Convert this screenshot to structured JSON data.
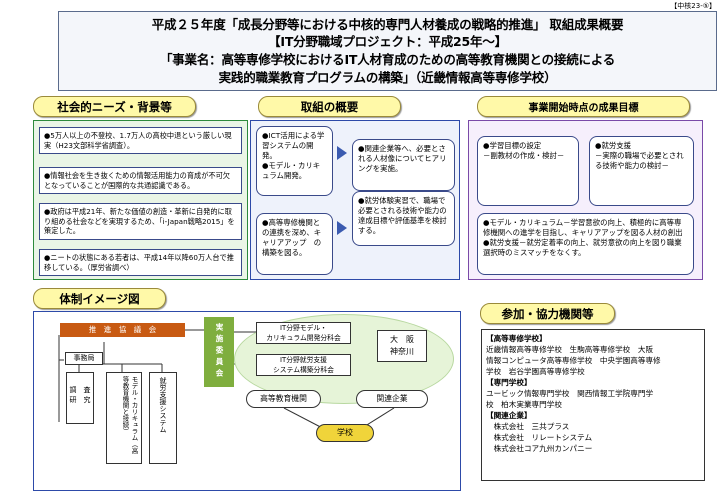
{
  "page_tag": "【中核23-⑤】",
  "title": {
    "line1": "平成２５年度「成長分野等における中核的専門人材養成の戦略的推進」 取組成果概要",
    "line2": "【IT分野職域プロジェクト：平成25年～】",
    "line3": "「事業名：高等専修学校におけるIT人材育成のための高等教育機関との接続による",
    "line4": "実践的職業教育プログラムの構築」（近畿情報高等専修学校）"
  },
  "sections": {
    "social_needs": {
      "header": "社会的ニーズ・背景等",
      "items": [
        "●5万人以上の不登校、1.7万人の高校中退という厳しい現実（H23文部科学省調査）。",
        "●情報社会を生き抜くための情報活用能力の育成が不可欠となっていることが国際的な共通認識である。",
        "●政府は平成21年、新たな価値の創造・革新に自発的に取り組める社会などを実現するため、「i-Japan戦略2015」を策定した。",
        "●ニートの状態にある若者は、平成14年以降60万人台で推移している。（厚労省調べ）"
      ]
    },
    "initiatives": {
      "header": "取組の概要",
      "box1": "●ICT活用による学習システムの開発。\n●モデル・カリキュラム開発。",
      "box2": "●高等専修機関との連携を深め、キャリアアップ　の構築を図る。",
      "box3": "●関連企業等へ、必要とされる人材像についてヒアリングを実施。",
      "box4": "●就労体験実習で、職場で必要とされる技術や能力の達成目標や評価基準を検討する。"
    },
    "results": {
      "header": "事業開始時点の成果目標",
      "box1": "●学習目標の設定\n－副教材の作成・検討－",
      "box2": "●就労支援\n－実際の職場で必要とされる技術や能力の検討－",
      "box3": "●モデル・カリキュラム－学習意欲の向上、積極的に高等専修機関への進学を目指し、キャリアアップを図る人材の創出\n●就労支援－就労定着率の向上、就労意欲の向上を図り職業選択時のミスマッチをなくす。"
    },
    "structure": {
      "header": "体制イメージ図",
      "council": "推　進　協　議　会",
      "secretariat": "事務局",
      "exec_committee": "実施委員会",
      "survey": "調　査\n研　究",
      "model_dev": "モデル・カリキュラム（高等教育機関と接続）",
      "employment": "就労支援システム",
      "subcommittee1": "IT分野モデル・\nカリキュラム開発分科会",
      "subcommittee2": "IT分野就労支援\nシステム構築分科会",
      "region": "大　阪\n神奈川",
      "higher_edu": "高等教育機関",
      "companies": "関連企業",
      "school": "学校"
    },
    "participants": {
      "header": "参加・協力機関等",
      "lines": [
        "【高等専修学校】",
        "近畿情報高等専修学校　生駒高等専修学校　大阪",
        "情報コンピュータ高等専修学校　中央学園高等専修",
        "学校　岩谷学園高等専修学校",
        "【専門学校】",
        "ユービック情報専門学校　関西情報工学院専門学",
        "校　柏木実業専門学校",
        "【関連企業】",
        "　株式会社　三共プラス",
        "　株式会社　リレートシステム",
        "　株式会社コア九州カンパニー"
      ]
    }
  },
  "colors": {
    "header_fill": "#fff9a8",
    "green_border": "#2d8a3c",
    "blue_border": "#2d4aa8",
    "council_fill": "#c85a12",
    "exec_fill": "#7fae3e",
    "school_fill": "#f0d43a"
  }
}
